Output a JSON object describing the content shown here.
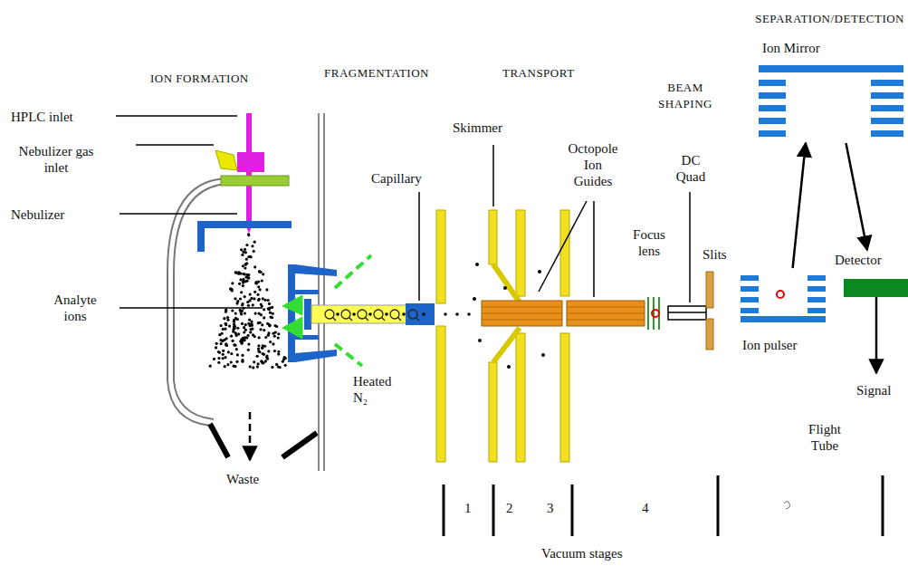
{
  "diagram": {
    "nodes": [
      {
        "text": [
          "Ion Mirror"
        ]
      },
      {
        "text": [
          "Ion pulser"
        ]
      },
      {
        "text": [
          "Detector"
        ]
      }
    ],
    "edges": [
      {
        "from": 1,
        "to": 0,
        "arrow": "to"
      },
      {
        "from": 0,
        "to": 2,
        "arrow": "to"
      }
    ],
    "labels": [
      "ION FORMATION",
      "FRAGMENTATION",
      "TRANSPORT",
      "BEAM SHAPING",
      "SEPARATION/DETECTION",
      "HPLC inlet",
      "Nebulizer gas inlet",
      "Nebulizer",
      "Analyte ions",
      "Capillary",
      "Skimmer",
      "Heated N₂",
      "Octopole Ion Guides",
      "Focus lens",
      "DC Quad",
      "Slits",
      "Waste",
      "Signal",
      "Flight Tube",
      "1",
      "2",
      "3",
      "4",
      "Vacuum stages"
    ]
  }
}
